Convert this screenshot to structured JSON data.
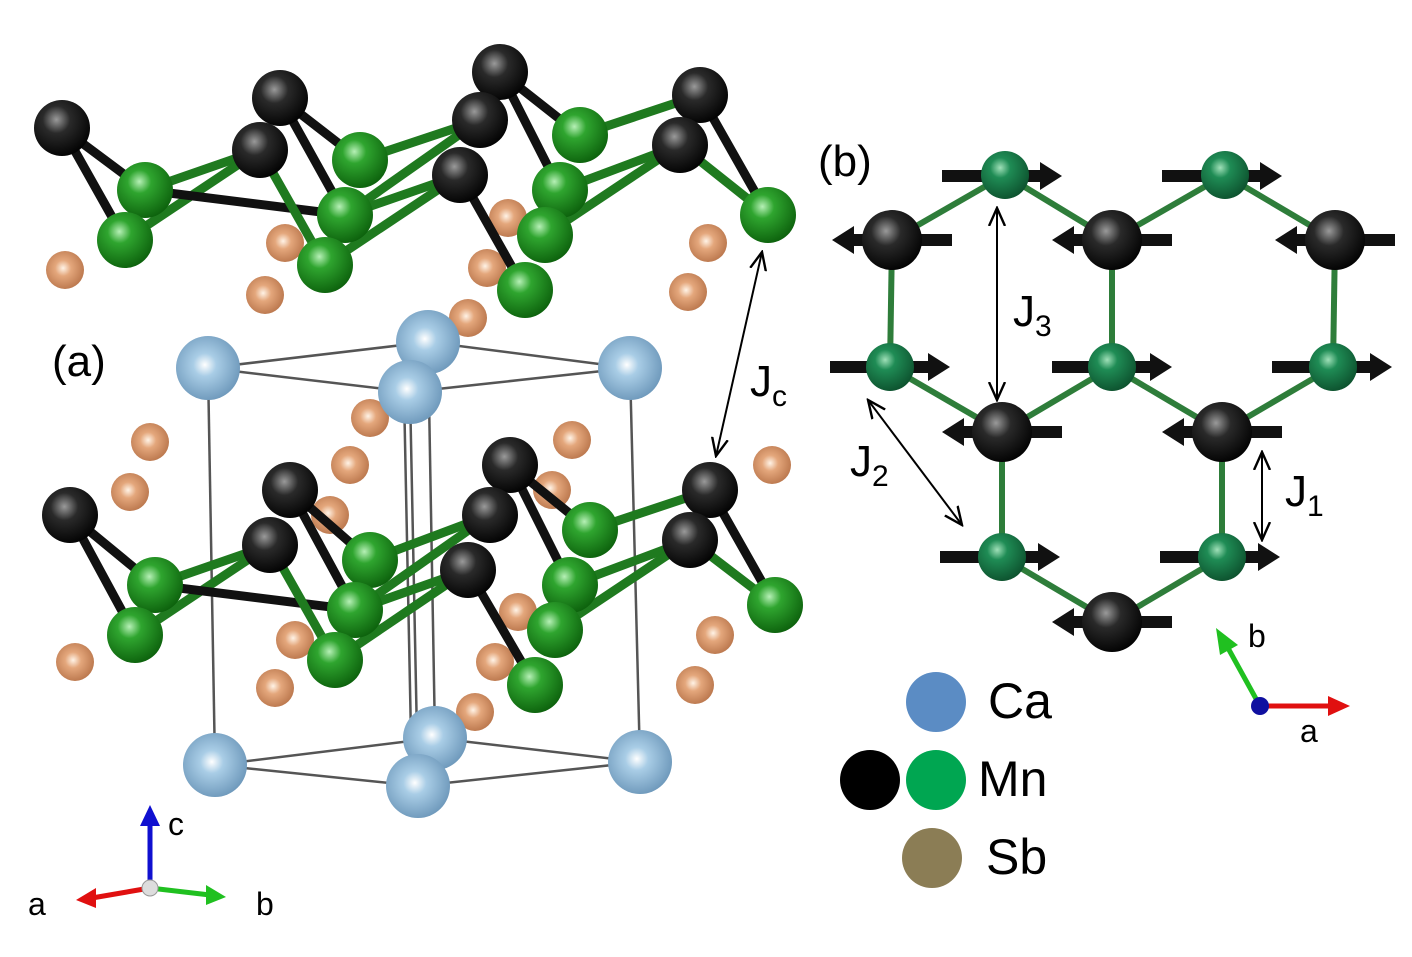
{
  "panel_a": {
    "label": "(a)",
    "jc": {
      "main": "J",
      "sub": "c"
    },
    "axes": {
      "a": "a",
      "b": "b",
      "c": "c"
    }
  },
  "panel_b": {
    "label": "(b)",
    "j1": {
      "main": "J",
      "sub": "1"
    },
    "j2": {
      "main": "J",
      "sub": "2"
    },
    "j3": {
      "main": "J",
      "sub": "3"
    },
    "axes": {
      "a": "a",
      "b": "b"
    }
  },
  "legend": {
    "ca": "Ca",
    "mn": "Mn",
    "sb": "Sb"
  },
  "colors": {
    "ca": "#5B8CC4",
    "mn_black": "#000000",
    "mn_green": "#00A651",
    "mn_atom": "#1E8C45",
    "sb": "#8B7D55",
    "sb_atom": "#D9956B",
    "bond": "#2E7D3A",
    "axis_red": "#E01010",
    "axis_green": "#20C020",
    "axis_blue": "#1010D0"
  }
}
